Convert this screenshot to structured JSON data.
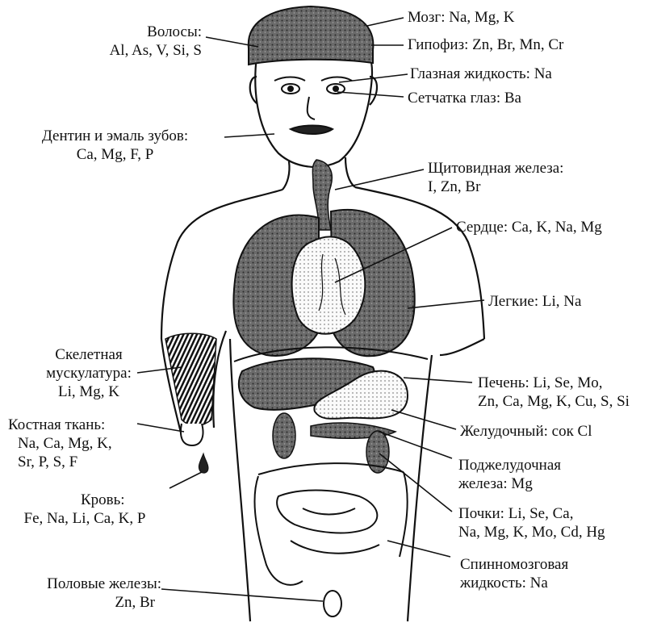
{
  "labels": {
    "hair": {
      "title": "Волосы:",
      "elements": "Al, As, V, Si, S"
    },
    "brain": {
      "text": "Мозг:  Na, Mg, K"
    },
    "pituitary": {
      "text": "Гипофиз:  Zn, Br, Mn, Cr"
    },
    "eye_fluid": {
      "text": "Глазная жидкость:  Na"
    },
    "retina": {
      "text": "Сетчатка глаз:  Ba"
    },
    "teeth": {
      "title": "Дентин и эмаль зубов:",
      "elements": "Ca, Mg, F, P"
    },
    "thyroid": {
      "title": "Щитовидная железа:",
      "elements": "I, Zn, Br"
    },
    "heart": {
      "text": "Сердце:  Ca, K, Na, Mg"
    },
    "lungs": {
      "text": "Легкие:  Li, Na"
    },
    "skeletal_muscle": {
      "line1": "Скелетная",
      "line2": "мускулатура:",
      "elements": "Li, Mg, K"
    },
    "liver": {
      "line1": "Печень:  Li, Se, Mo,",
      "line2": "Zn, Ca, Mg, K, Cu, S, Si"
    },
    "bone": {
      "title": "Костная ткань:",
      "line1": "Na, Ca, Mg, K,",
      "line2": "Sr, P, S, F"
    },
    "gastric_juice": {
      "text": "Желудочный:  сок  Cl"
    },
    "pancreas": {
      "line1": "Поджелудочная",
      "line2": "железа:  Mg"
    },
    "blood": {
      "title": "Кровь:",
      "elements": "Fe, Na, Li, Ca, K, P"
    },
    "kidneys": {
      "line1": "Почки:  Li, Se, Ca,",
      "line2": "Na, Mg, K, Mo, Cd, Hg"
    },
    "csf": {
      "line1": "Спинномозговая",
      "line2": "жидкость:  Na"
    },
    "gonads": {
      "title": "Половые железы:",
      "elements": "Zn, Br"
    }
  }
}
